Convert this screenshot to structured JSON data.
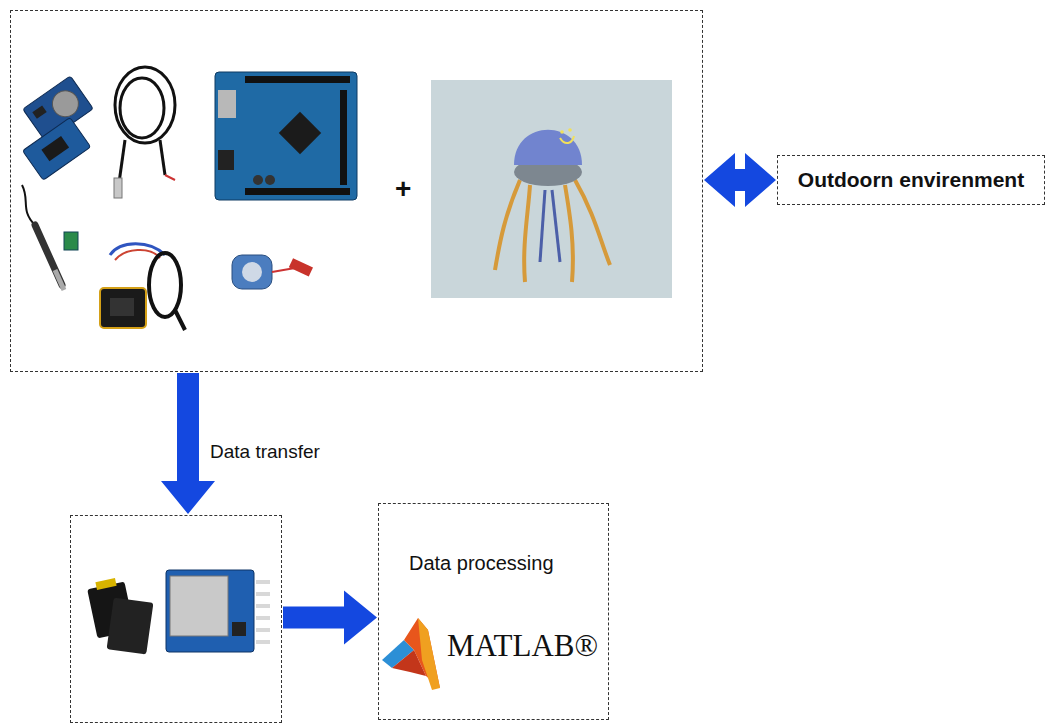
{
  "diagram": {
    "nodes": [
      {
        "text": [
          "+"
        ]
      },
      {
        "text": [
          "Outdoorn envirenment"
        ]
      },
      {
        "text": []
      },
      {
        "text": [
          "Data processing",
          "MATLAB®"
        ]
      }
    ],
    "edges": [
      {
        "from": 0,
        "to": 1,
        "arrow": "both"
      },
      {
        "from": 0,
        "to": 2,
        "arrow": "to",
        "label": "Data transfer"
      },
      {
        "from": 2,
        "to": 3,
        "arrow": "to"
      }
    ]
  }
}
